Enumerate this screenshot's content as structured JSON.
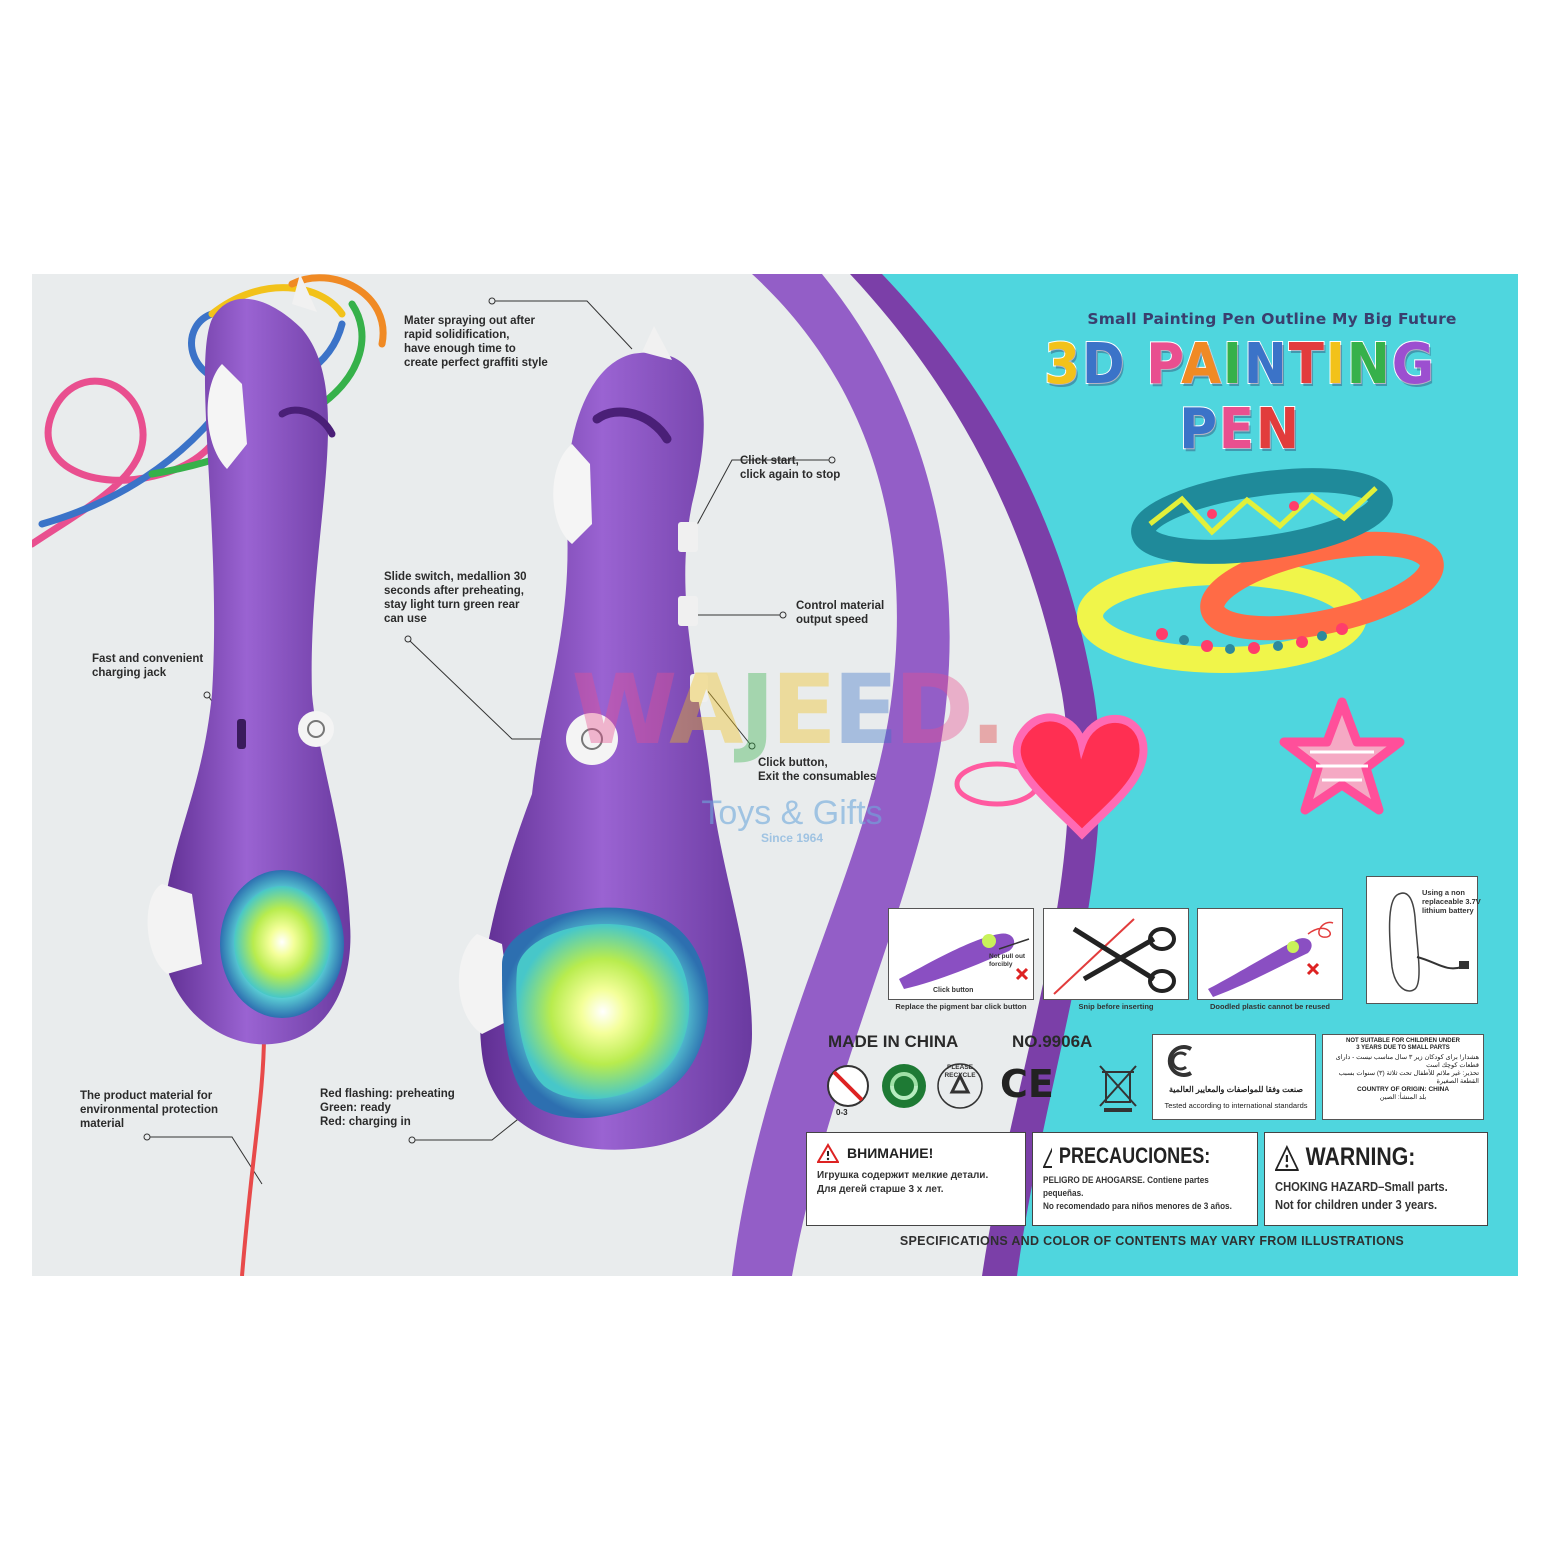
{
  "colors": {
    "panel_grey": "#e9eced",
    "purple": "#7b3fa8",
    "teal": "#4fd6de",
    "pen_purple": "#8a4fc2",
    "led_green": "#c9f25a"
  },
  "header": {
    "tagline": "Small Painting Pen Outline My Big Future",
    "title_letters": [
      {
        "ch": "3",
        "color": "#f2c21a"
      },
      {
        "ch": "D",
        "color": "#3b73c8"
      },
      {
        "ch": " ",
        "color": "#000000"
      },
      {
        "ch": "P",
        "color": "#e94f8f"
      },
      {
        "ch": "A",
        "color": "#f08a24"
      },
      {
        "ch": "I",
        "color": "#36b14a"
      },
      {
        "ch": "N",
        "color": "#3b73c8"
      },
      {
        "ch": "T",
        "color": "#e23c3c"
      },
      {
        "ch": "I",
        "color": "#f2c21a"
      },
      {
        "ch": "N",
        "color": "#36b14a"
      },
      {
        "ch": "G",
        "color": "#9c4fd0"
      },
      {
        "ch": " ",
        "color": "#000000"
      },
      {
        "ch": "P",
        "color": "#3b73c8"
      },
      {
        "ch": "E",
        "color": "#e94f8f"
      },
      {
        "ch": "N",
        "color": "#e23c3c"
      }
    ]
  },
  "callouts": {
    "spraying": "Mater spraying out after\nrapid solidification,\nhave enough time to\ncreate perfect graffiti style",
    "click_start": "Click start,\nclick again to stop",
    "slide_switch": "Slide switch, medallion 30\nseconds after preheating,\nstay light turn green rear\ncan use",
    "control_speed": "Control material\noutput speed",
    "charging_jack": "Fast and convenient\ncharging jack",
    "click_exit": "Click button,\nExit the consumables",
    "material": "The product material for\nenvironmental protection\nmaterial",
    "led_status": "Red flashing: preheating\nGreen: ready\nRed: charging in"
  },
  "steps": [
    {
      "caption": "Replace the pigment bar click button",
      "inner_label_1": "Click button",
      "inner_label_2": "Not pull out forcibly"
    },
    {
      "caption": "Snip before inserting"
    },
    {
      "caption": "Doodled plastic cannot be reused"
    }
  ],
  "battery_note": "Using a non replaceable 3.7V lithium battery",
  "made_in": "MADE IN CHINA",
  "model_no": "NO.9906A",
  "symbols": {
    "age_badge": "0-3",
    "recycle_text": "PLEASE RECYCLE",
    "ce_mark": "CE"
  },
  "cert_standards": {
    "arabic": "صنعت وفقا للمواصفات والمعايير العالمية",
    "english": "Tested according to international standards"
  },
  "cert_age": {
    "line1": "NOT SUITABLE FOR CHILDREN UNDER 3 YEARS DUE TO SMALL PARTS",
    "arabic1": "هشدار! براى كودكان زير ٣ سال مناسب نيست - داراى قطعات كوچك است",
    "arabic2": "تحذير: غير ملائم للأطفال تحت ثلاثة (٣) سنوات بسبب القطعة الصغيرة",
    "origin": "COUNTRY OF ORIGIN: CHINA",
    "origin_ar": "بلد المنشأ: الصين"
  },
  "warnings": [
    {
      "title": "ВНИМАНИЕ!",
      "body": "Игрушка содержит мелкие детали.\nДля дегей старше 3 х лет."
    },
    {
      "title": "PRECAUCIONES:",
      "body": "PELIGRO DE AHOGARSE. Contiene partes pequeñas.\nNo recomendado para niños menores de 3 años."
    },
    {
      "title": "WARNING:",
      "body": "CHOKING HAZARD–Small parts.\nNot for children under 3 years."
    }
  ],
  "footer_note": "SPECIFICATIONS AND COLOR OF CONTENTS MAY VARY FROM ILLUSTRATIONS",
  "watermark": {
    "logo_letters": [
      {
        "ch": "W",
        "color": "#e94f8f"
      },
      {
        "ch": "A",
        "color": "#f2c21a"
      },
      {
        "ch": "J",
        "color": "#36b14a"
      },
      {
        "ch": "E",
        "color": "#f2c21a"
      },
      {
        "ch": "E",
        "color": "#3b73c8"
      },
      {
        "ch": "D",
        "color": "#e94f8f"
      },
      {
        "ch": ".",
        "color": "#e23c3c"
      }
    ],
    "subtitle": "Toys & Gifts",
    "since": "Since 1964"
  }
}
